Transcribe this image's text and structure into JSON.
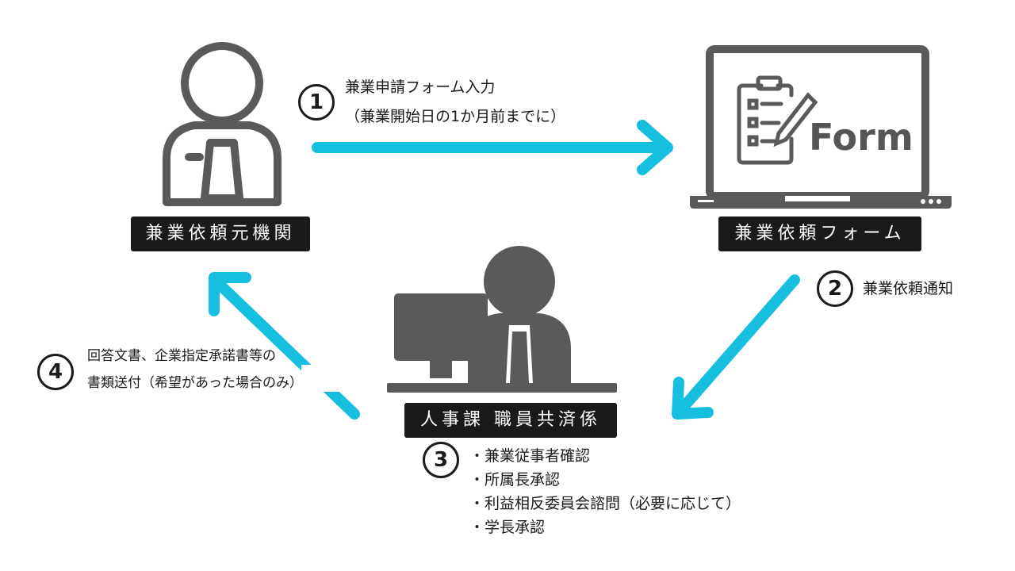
{
  "nodes": {
    "requester": {
      "label": "兼業依頼元機関"
    },
    "form": {
      "label": "兼業依頼フォーム",
      "screen_text": "Form"
    },
    "office": {
      "label": "人事課 職員共済係"
    }
  },
  "steps": [
    {
      "num": "1",
      "lines": [
        "兼業申請フォーム入力",
        "（兼業開始日の1か月前までに）"
      ]
    },
    {
      "num": "2",
      "lines": [
        "兼業依頼通知"
      ]
    },
    {
      "num": "3",
      "items": [
        "・兼業従事者確認",
        "・所属長承認",
        "・利益相反委員会諮問（必要に応じて）",
        "・学長承認"
      ]
    },
    {
      "num": "4",
      "lines": [
        "回答文書、企業指定承諾書等の",
        "書類送付（希望があった場合のみ）"
      ]
    }
  ],
  "colors": {
    "arrow": "#16bfe0",
    "icon": "#5a5a5a",
    "label_bg": "#1a1a1a"
  },
  "icons": {
    "requester": "person-tie-icon",
    "form": "laptop-form-icon",
    "office": "worker-at-computer-icon",
    "clipboard": "clipboard-pencil-icon"
  }
}
